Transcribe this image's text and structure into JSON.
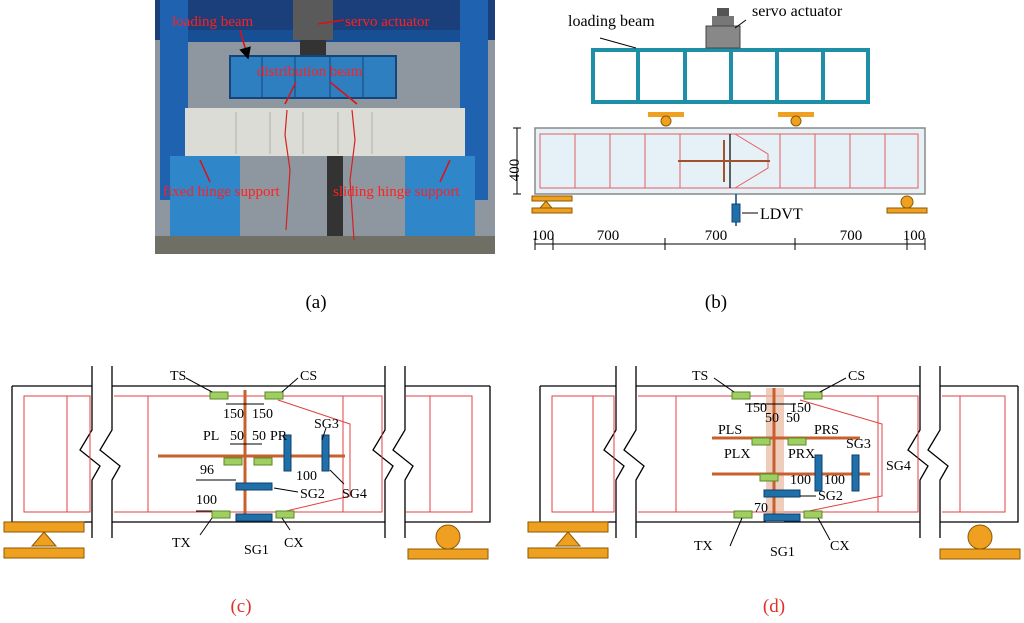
{
  "panel_a": {
    "loading_beam": "loading beam",
    "servo_actuator": "servo actuator",
    "distribution_beam": "distribution beam",
    "fixed_hinge": "fixed hinge support",
    "sliding_hinge": "sliding hinge support",
    "caption": "(a)"
  },
  "panel_b": {
    "loading_beam": "loading beam",
    "servo_actuator": "servo actuator",
    "height": "400",
    "ldvt": "LDVT",
    "dims": [
      "100",
      "700",
      "700",
      "700",
      "100"
    ],
    "caption": "(b)"
  },
  "panel_c": {
    "TS": "TS",
    "CS": "CS",
    "PL": "PL",
    "PR": "PR",
    "SG1": "SG1",
    "SG2": "SG2",
    "SG3": "SG3",
    "SG4": "SG4",
    "TX": "TX",
    "CX": "CX",
    "d150a": "150",
    "d150b": "150",
    "d50a": "50",
    "d50b": "50",
    "d96": "96",
    "d100a": "100",
    "d100b": "100",
    "caption": "(c)",
    "colors": {
      "caption": "#e0302a",
      "member": "#c84b1e"
    }
  },
  "panel_d": {
    "TS": "TS",
    "CS": "CS",
    "PLS": "PLS",
    "PRS": "PRS",
    "PLX": "PLX",
    "PRX": "PRX",
    "SG1": "SG1",
    "SG2": "SG2",
    "SG3": "SG3",
    "SG4": "SG4",
    "TX": "TX",
    "CX": "CX",
    "d150a": "150",
    "d150b": "150",
    "d50a": "50",
    "d50b": "50",
    "d100a": "100",
    "d100b": "100",
    "d70": "70",
    "caption": "(d)"
  }
}
